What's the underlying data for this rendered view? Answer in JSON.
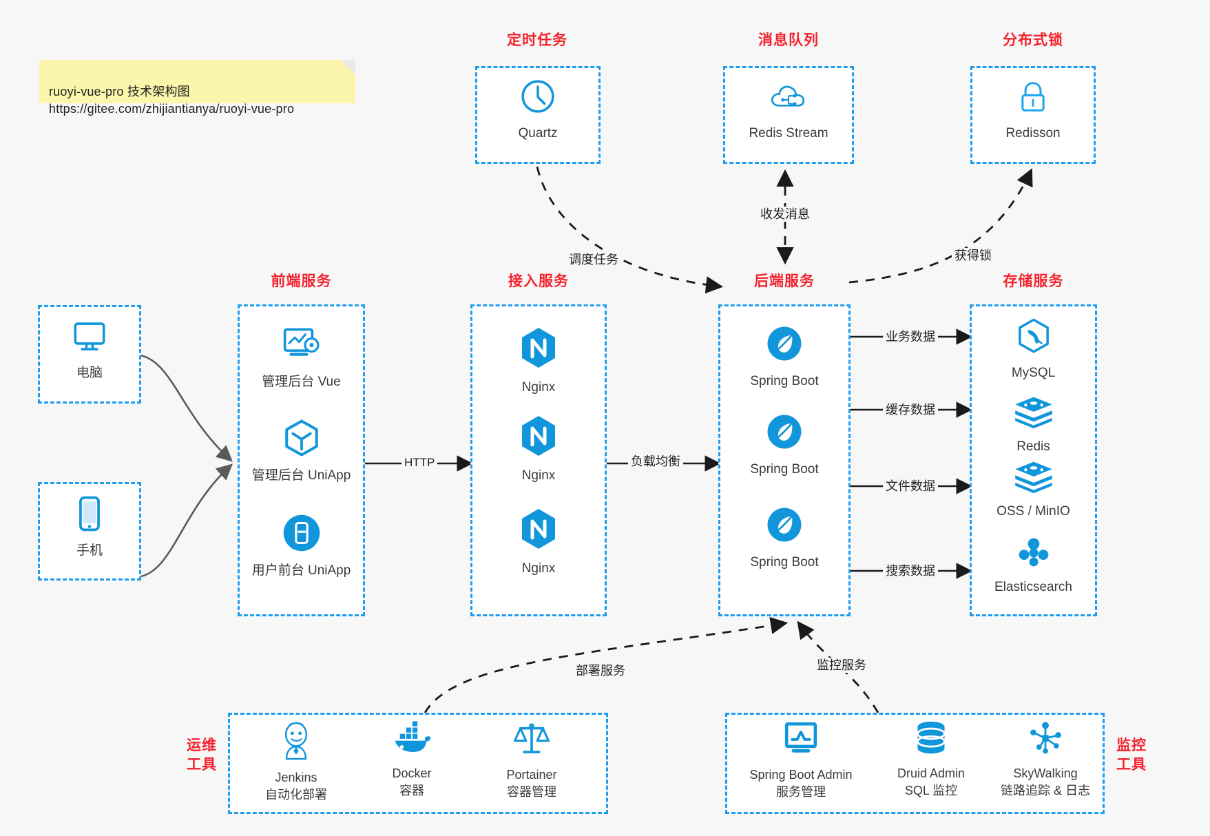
{
  "note": {
    "line1": "ruoyi-vue-pro 技术架构图",
    "line2": "https://gitee.com/zhijiantianya/ruoyi-vue-pro",
    "text": "ruoyi-vue-pro 技术架构图\nhttps://gitee.com/zhijiantianya/ruoyi-vue-pro",
    "bg_color": "#fbf6ac"
  },
  "colors": {
    "background": "#f7f7f7",
    "box_border": "#1e9cf1",
    "title_red": "#f5222d",
    "icon_blue": "#1296db",
    "text": "#3b3b3b",
    "arrow": "#1a1a1a",
    "curve": "#5a5a5a"
  },
  "groups": {
    "scheduler": {
      "title": "定时任务",
      "nodes": [
        {
          "label": "Quartz",
          "icon": "clock-icon"
        }
      ]
    },
    "mq": {
      "title": "消息队列",
      "nodes": [
        {
          "label": "Redis Stream",
          "icon": "cloud-stream-icon"
        }
      ]
    },
    "lock": {
      "title": "分布式锁",
      "nodes": [
        {
          "label": "Redisson",
          "icon": "padlock-icon"
        }
      ]
    },
    "clients": {
      "nodes": [
        {
          "label": "电脑",
          "icon": "desktop-monitor-icon"
        },
        {
          "label": "手机",
          "icon": "mobile-phone-icon"
        }
      ]
    },
    "frontend": {
      "title": "前端服务",
      "nodes": [
        {
          "label": "管理后台 Vue",
          "icon": "dashboard-gear-icon"
        },
        {
          "label": "管理后台 UniApp",
          "icon": "cube-icon"
        },
        {
          "label": "用户前台 UniApp",
          "icon": "app-window-icon"
        }
      ]
    },
    "gateway": {
      "title": "接入服务",
      "nodes": [
        {
          "label": "Nginx",
          "icon": "nginx-icon"
        },
        {
          "label": "Nginx",
          "icon": "nginx-icon"
        },
        {
          "label": "Nginx",
          "icon": "nginx-icon"
        }
      ]
    },
    "backend": {
      "title": "后端服务",
      "nodes": [
        {
          "label": "Spring Boot",
          "icon": "spring-leaf-icon"
        },
        {
          "label": "Spring Boot",
          "icon": "spring-leaf-icon"
        },
        {
          "label": "Spring Boot",
          "icon": "spring-leaf-icon"
        }
      ]
    },
    "storage": {
      "title": "存储服务",
      "nodes": [
        {
          "label": "MySQL",
          "icon": "mysql-dolphin-icon"
        },
        {
          "label": "Redis",
          "icon": "redis-stack-icon"
        },
        {
          "label": "OSS / MinIO",
          "icon": "redis-stack-icon"
        },
        {
          "label": "Elasticsearch",
          "icon": "elasticsearch-icon"
        }
      ]
    },
    "devops": {
      "title": "运维\n工具",
      "nodes": [
        {
          "label": "Jenkins\n自动化部署",
          "icon": "jenkins-butler-icon"
        },
        {
          "label": "Docker\n容器",
          "icon": "docker-whale-icon"
        },
        {
          "label": "Portainer\n容器管理",
          "icon": "scales-icon"
        }
      ]
    },
    "monitor": {
      "title": "监控\n工具",
      "nodes": [
        {
          "label": "Spring Boot Admin\n服务管理",
          "icon": "monitor-chart-icon"
        },
        {
          "label": "Druid Admin\nSQL 监控",
          "icon": "database-icon"
        },
        {
          "label": "SkyWalking\n链路追踪 & 日志",
          "icon": "skywalking-node-icon"
        }
      ]
    }
  },
  "edges": [
    {
      "id": "http",
      "label": "HTTP"
    },
    {
      "id": "load-balance",
      "label": "负载均衡"
    },
    {
      "id": "schedule-task",
      "label": "调度任务"
    },
    {
      "id": "send-receive-message",
      "label": "收发消息"
    },
    {
      "id": "acquire-lock",
      "label": "获得锁"
    },
    {
      "id": "business-data",
      "label": "业务数据"
    },
    {
      "id": "cache-data",
      "label": "缓存数据"
    },
    {
      "id": "file-data",
      "label": "文件数据"
    },
    {
      "id": "search-data",
      "label": "搜索数据"
    },
    {
      "id": "deploy-service",
      "label": "部署服务"
    },
    {
      "id": "monitor-service",
      "label": "监控服务"
    }
  ]
}
